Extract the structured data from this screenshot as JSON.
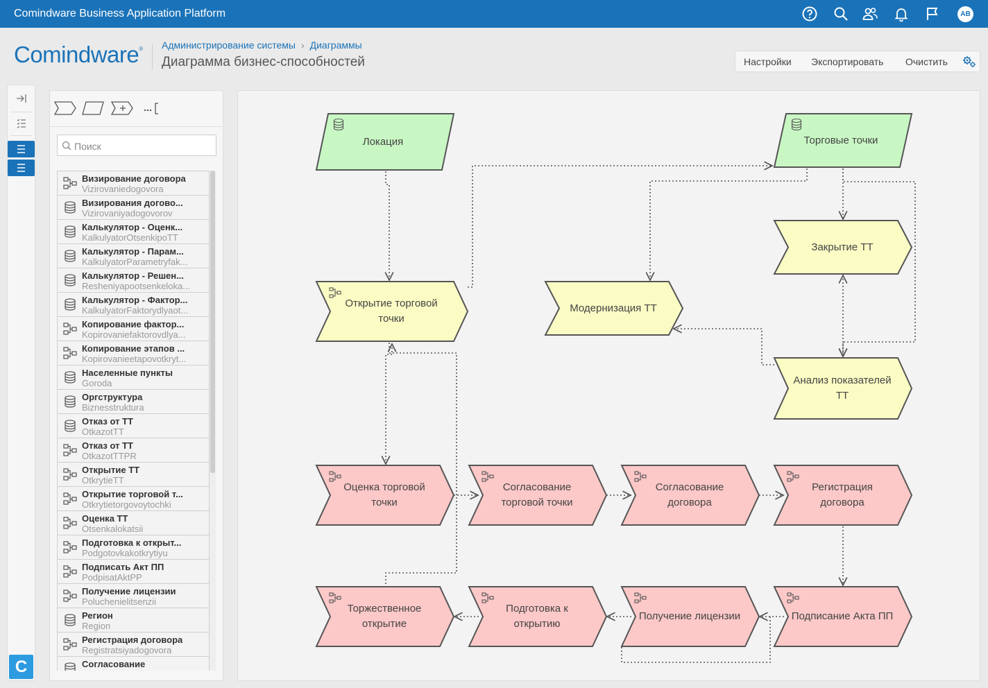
{
  "topbar": {
    "title": "Comindware Business Application Platform",
    "icons": [
      "help-icon",
      "search-icon",
      "users-icon",
      "bell-icon",
      "flag-icon"
    ],
    "avatar": "AB",
    "color": "#1a73b9"
  },
  "header": {
    "logo": "Comindware",
    "breadcrumb": [
      "Администрирование системы",
      "Диаграммы"
    ],
    "page_title": "Диаграмма бизнес-способностей",
    "actions": [
      "Настройки",
      "Экспортировать",
      "Очистить"
    ]
  },
  "palette": {
    "search_placeholder": "Поиск",
    "items": [
      {
        "title": "Визирование договора",
        "sub": "Vizirovaniedogovora",
        "icon": "process"
      },
      {
        "title": "Визирования догово...",
        "sub": "Vizirovaniyadogovorov",
        "icon": "db"
      },
      {
        "title": "Калькулятор - Оценк...",
        "sub": "KalkulyatorOtsenkipoTT",
        "icon": "db"
      },
      {
        "title": "Калькулятор - Парам...",
        "sub": "KalkulyatorParametryfak...",
        "icon": "db"
      },
      {
        "title": "Калькулятор - Решен...",
        "sub": "Resheniyapootsenkeloka...",
        "icon": "db"
      },
      {
        "title": "Калькулятор - Фактор...",
        "sub": "KalkulyatorFaktorydlyaot...",
        "icon": "db"
      },
      {
        "title": "Копирование фактор...",
        "sub": "Kopirovaniefaktorovdlya...",
        "icon": "process"
      },
      {
        "title": "Копирование этапов ...",
        "sub": "Kopirovanieetapovotkryt...",
        "icon": "process"
      },
      {
        "title": "Населенные пункты",
        "sub": "Goroda",
        "icon": "db"
      },
      {
        "title": "Оргструктура",
        "sub": "Biznesstruktura",
        "icon": "db"
      },
      {
        "title": "Отказ от ТТ",
        "sub": "OtkazotTT",
        "icon": "db"
      },
      {
        "title": "Отказ от ТТ",
        "sub": "OtkazotTTPR",
        "icon": "process"
      },
      {
        "title": "Открытие ТТ",
        "sub": "OtkrytieTT",
        "icon": "process"
      },
      {
        "title": "Открытие торговой т...",
        "sub": "Otkrytietorgovoytochki",
        "icon": "process"
      },
      {
        "title": "Оценка ТТ",
        "sub": "Otsenkalokatsii",
        "icon": "process"
      },
      {
        "title": "Подготовка к открыт...",
        "sub": "Podgotovkakotkrytiyu",
        "icon": "process"
      },
      {
        "title": "Подписать Акт ПП",
        "sub": "PodpisatAktPP",
        "icon": "process"
      },
      {
        "title": "Получение лицензии",
        "sub": "Poluchenielitsenzii",
        "icon": "process"
      },
      {
        "title": "Регион",
        "sub": "Region",
        "icon": "db"
      },
      {
        "title": "Регистрация договора",
        "sub": "Registratsiyadogovora",
        "icon": "process"
      },
      {
        "title": "Согласование",
        "sub": "",
        "icon": "db"
      }
    ]
  },
  "diagram": {
    "colors": {
      "green": "#c9f7c4",
      "yellow": "#fafcc4",
      "pink": "#fcc8c8",
      "stroke": "#555"
    },
    "nodes": [
      {
        "id": "lok",
        "label": "Локация",
        "type": "data",
        "color": "green"
      },
      {
        "id": "tt",
        "label": "Торговые точки",
        "type": "data",
        "color": "green"
      },
      {
        "id": "zak",
        "label": "Закрытие ТТ",
        "type": "function",
        "color": "yellow"
      },
      {
        "id": "otk",
        "label": "Открытие торговой точки",
        "type": "process",
        "color": "yellow"
      },
      {
        "id": "mod",
        "label": "Модернизация ТТ",
        "type": "function",
        "color": "yellow"
      },
      {
        "id": "an",
        "label": "Анализ показателей ТТ",
        "type": "function",
        "color": "yellow"
      },
      {
        "id": "ots",
        "label": "Оценка торговой точки",
        "type": "process",
        "color": "pink"
      },
      {
        "id": "sog1",
        "label": "Согласование торговой точки",
        "type": "process",
        "color": "pink"
      },
      {
        "id": "sog2",
        "label": "Согласование договора",
        "type": "process",
        "color": "pink"
      },
      {
        "id": "reg",
        "label": "Регистрация договора",
        "type": "process",
        "color": "pink"
      },
      {
        "id": "tor",
        "label": "Торжественное открытие",
        "type": "process",
        "color": "pink"
      },
      {
        "id": "pod",
        "label": "Подготовка к открытию",
        "type": "process",
        "color": "pink"
      },
      {
        "id": "pol",
        "label": "Получение лицензии",
        "type": "process",
        "color": "pink"
      },
      {
        "id": "akt",
        "label": "Подписание Акта ПП",
        "type": "process",
        "color": "pink"
      }
    ]
  }
}
